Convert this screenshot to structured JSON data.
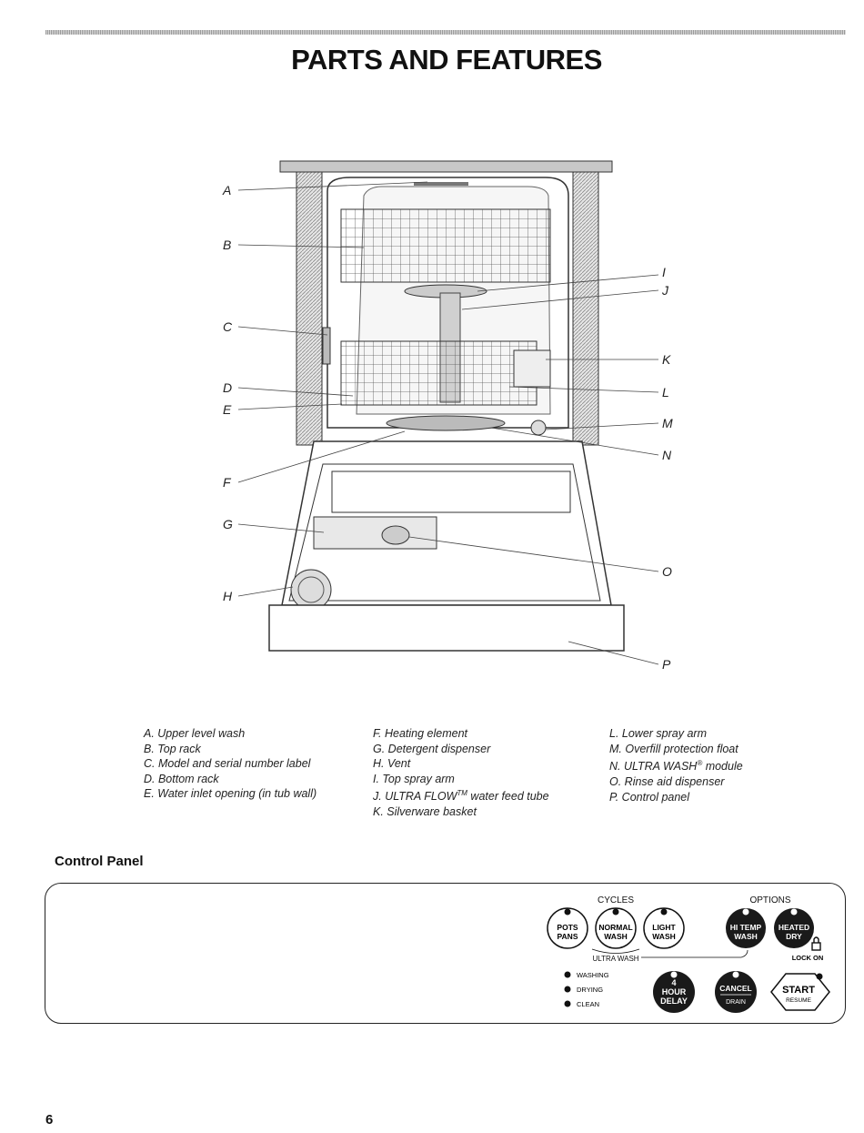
{
  "page": {
    "title": "PARTS AND FEATURES",
    "page_number": "6"
  },
  "diagram": {
    "callouts": [
      "A",
      "B",
      "C",
      "D",
      "E",
      "F",
      "G",
      "H",
      "I",
      "J",
      "K",
      "L",
      "M",
      "N",
      "O",
      "P"
    ]
  },
  "legend": {
    "col1": [
      "A. Upper level wash",
      "B. Top rack",
      "C. Model and serial number label",
      "D. Bottom rack",
      "E. Water inlet opening (in tub wall)"
    ],
    "col2": [
      "F. Heating element",
      "G. Detergent dispenser",
      "H. Vent",
      "I. Top spray arm",
      "J. ULTRA FLOW",
      "K. Silverware basket"
    ],
    "col2_j_tm": "TM",
    "col2_j_suffix": " water feed tube",
    "col3": [
      "L. Lower spray arm",
      "M. Overfill protection float",
      "N. ULTRA WASH",
      "O. Rinse aid dispenser",
      "P. Control panel"
    ],
    "col3_n_reg": "®",
    "col3_n_suffix": " module"
  },
  "control_panel": {
    "heading": "Control Panel",
    "cycles_label": "CYCLES",
    "options_label": "OPTIONS",
    "buttons": {
      "pots_pans": [
        "POTS",
        "PANS"
      ],
      "normal_wash": [
        "NORMAL",
        "WASH"
      ],
      "light_wash": [
        "LIGHT",
        "WASH"
      ],
      "hi_temp_wash": [
        "HI TEMP",
        "WASH"
      ],
      "heated_dry": [
        "HEATED",
        "DRY"
      ],
      "hour_delay": [
        "4",
        "HOUR",
        "DELAY"
      ],
      "cancel_drain": [
        "CANCEL",
        "DRAIN"
      ],
      "start_resume": [
        "START",
        "RESUME"
      ]
    },
    "ultra_wash_label": "ULTRA WASH",
    "lock_on_label": "LOCK ON",
    "status_lights": [
      "WASHING",
      "DRYING",
      "CLEAN"
    ]
  },
  "colors": {
    "ink": "#111111",
    "button_dark": "#1a1a1a",
    "panel_border": "#222222"
  },
  "icons": [
    "lock-icon",
    "indicator-dot"
  ]
}
